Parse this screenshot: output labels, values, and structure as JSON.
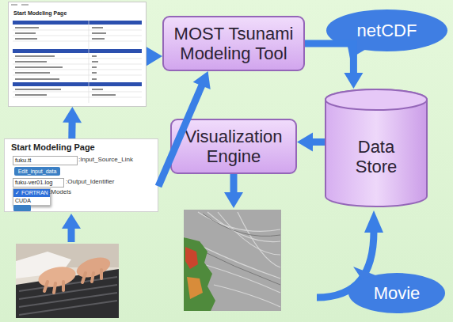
{
  "diagram": {
    "nodes": [
      {
        "text": [
          "Start Modeling Page"
        ]
      },
      {
        "text": [
          "MOST Tsunami Modeling Tool"
        ]
      },
      {
        "text": [
          "netCDF"
        ]
      },
      {
        "text": [
          "Visualization Engine"
        ]
      },
      {
        "text": [
          "Data Store"
        ]
      },
      {
        "text": [
          "Start Modeling Page"
        ]
      },
      {
        "text": [
          "fuku.tt"
        ],
        "in": 5
      },
      {
        "text": [
          "Edit_input_data"
        ],
        "in": 5
      },
      {
        "text": [
          "fuku-ver01.log"
        ],
        "in": 5
      },
      {
        "text": [
          "✓ FORTRAN",
          "CUDA"
        ],
        "in": 5
      },
      {
        "text": [
          "Movie"
        ]
      }
    ],
    "edges": [
      {
        "from": 0,
        "to": 1,
        "arrow": "to"
      },
      {
        "from": 5,
        "to": 1,
        "arrow": "to"
      },
      {
        "from": 5,
        "to": 0,
        "arrow": "to"
      },
      {
        "from": 1,
        "to": 4,
        "arrow": "to"
      },
      {
        "from": 4,
        "to": 3,
        "arrow": "to"
      }
    ],
    "labels": [
      ":Input_Source_Link",
      ":Output_Identifier",
      ":Models"
    ]
  }
}
